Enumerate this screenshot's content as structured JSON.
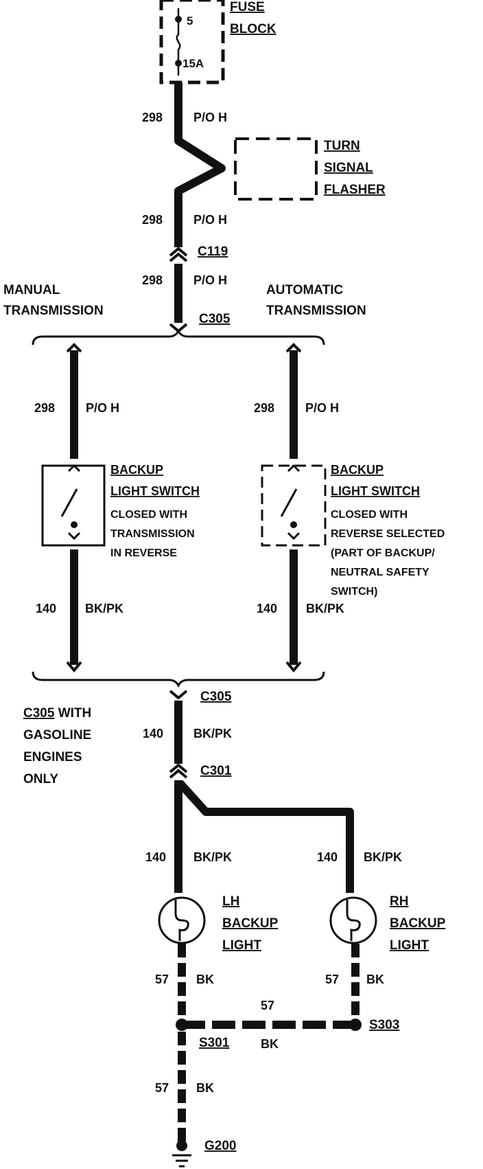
{
  "fuse_block": {
    "label_1": "FUSE",
    "label_2": "BLOCK",
    "fuse_number": "5",
    "fuse_rating": "15A"
  },
  "turn_signal_flasher": {
    "line1": "TURN",
    "line2": "SIGNAL",
    "line3": "FLASHER"
  },
  "wire_298": {
    "circuit": "298",
    "color": "P/O H"
  },
  "wire_140": {
    "circuit": "140",
    "color": "BK/PK"
  },
  "wire_57": {
    "circuit": "57",
    "color": "BK"
  },
  "connectors": {
    "c119": "C119",
    "c305_top": "C305",
    "c305_bottom": "C305",
    "c301": "C301"
  },
  "splices": {
    "s301": "S301",
    "s303": "S303"
  },
  "ground": {
    "g200": "G200"
  },
  "manual": {
    "line1": "MANUAL",
    "line2": "TRANSMISSION"
  },
  "automatic": {
    "line1": "AUTOMATIC",
    "line2": "TRANSMISSION"
  },
  "manual_switch": {
    "title1": "BACKUP",
    "title2": "LIGHT SWITCH",
    "desc1": "CLOSED WITH",
    "desc2": "TRANSMISSION",
    "desc3": "IN REVERSE"
  },
  "auto_switch": {
    "title1": "BACKUP",
    "title2": "LIGHT SWITCH",
    "desc1": "CLOSED WITH",
    "desc2": "REVERSE SELECTED",
    "desc3": "(PART OF BACKUP/",
    "desc4": "NEUTRAL SAFETY",
    "desc5": "SWITCH)"
  },
  "c305_note": {
    "connector": "C305",
    "rest": " WITH",
    "line2": "GASOLINE",
    "line3": "ENGINES",
    "line4": "ONLY"
  },
  "lh_light": {
    "line1": "LH",
    "line2": "BACKUP",
    "line3": "LIGHT"
  },
  "rh_light": {
    "line1": "RH",
    "line2": "BACKUP",
    "line3": "LIGHT"
  }
}
